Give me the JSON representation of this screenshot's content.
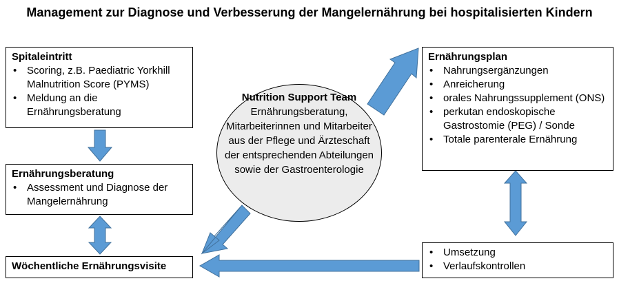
{
  "title": "Management zur Diagnose und Verbesserung der Mangelernährung bei hospitalisierten Kindern",
  "spitaleintritt": {
    "heading": "Spitaleintritt",
    "items": [
      "Scoring, z.B. Paediatric Yorkhill Malnutrition Score (PYMS)",
      "Meldung an die Ernährungsberatung"
    ]
  },
  "ernaehrungsberatung": {
    "heading": "Ernährungsberatung",
    "items": [
      "Assessment und Diagnose der Mangelernährung"
    ]
  },
  "visite": {
    "heading": "Wöchentliche Ernährungsvisite"
  },
  "team": {
    "heading": "Nutrition Support Team",
    "body": "Ernährungsberatung, Mitarbeiterinnen und Mitarbeiter aus der Pflege und Ärzteschaft der entsprechenden Abteilungen sowie der Gastroenterologie"
  },
  "ernaehrungsplan": {
    "heading": "Ernährungsplan",
    "items": [
      "Nahrungsergänzungen",
      "Anreicherung",
      "orales Nahrungssupplement (ONS)",
      "perkutan endoskopische Gastrostomie (PEG) / Sonde",
      "Totale parenterale Ernährung"
    ]
  },
  "umsetzung": {
    "items": [
      "Umsetzung",
      "Verlaufskontrollen"
    ]
  },
  "colors": {
    "arrow_fill": "#5b9bd5",
    "arrow_stroke": "#41719c",
    "ellipse_fill": "#ececec"
  }
}
